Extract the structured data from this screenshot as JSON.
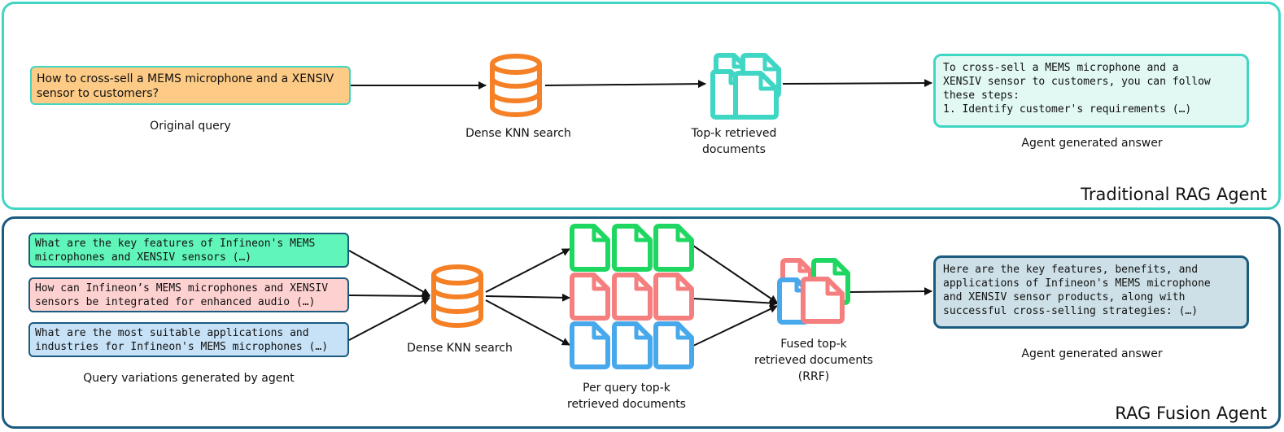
{
  "colors": {
    "top_border": "#40d6c4",
    "bottom_border": "#1a5b7e",
    "database": "#f58025",
    "doc_teal": "#40d6c4",
    "doc_green": "#1ed760",
    "doc_red": "#f57f7f",
    "doc_blue": "#48a8ec"
  },
  "icons": {
    "database": "database-icon",
    "document": "document-icon"
  },
  "traditional": {
    "title": "Traditional RAG Agent",
    "query": "How to cross-sell a MEMS microphone and a XENSIV sensor to customers?",
    "query_caption": "Original query",
    "search_caption": "Dense KNN search",
    "docs_caption_1": "Top-k retrieved",
    "docs_caption_2": "documents",
    "answer_line_1": "To cross-sell a MEMS microphone and a",
    "answer_line_2": "XENSIV sensor to customers, you can follow",
    "answer_line_3": "these steps:",
    "answer_line_4": "1. Identify customer's requirements (…)",
    "answer_caption": "Agent generated answer"
  },
  "fusion": {
    "title": "RAG Fusion Agent",
    "queries": [
      {
        "line_1": "What are the key features of Infineon's MEMS",
        "line_2": "microphones and XENSIV sensors (…)"
      },
      {
        "line_1": "How can Infineon’s MEMS microphones and XENSIV",
        "line_2": "sensors be integrated for enhanced audio (…)"
      },
      {
        "line_1": "What are the most suitable applications and",
        "line_2": "industries for Infineon's MEMS microphones (…)"
      }
    ],
    "queries_caption": "Query variations generated by agent",
    "search_caption": "Dense KNN search",
    "per_query_caption_1": "Per query top-k",
    "per_query_caption_2": "retrieved documents",
    "fused_caption_1": "Fused top-k",
    "fused_caption_2": "retrieved documents",
    "fused_caption_3": "(RRF)",
    "answer_line_1": "Here are the key features, benefits, and",
    "answer_line_2": "applications of Infineon's MEMS microphone",
    "answer_line_3": "and XENSIV sensor products, along with",
    "answer_line_4": "successful cross-selling strategies: (…)",
    "answer_caption": "Agent generated answer"
  }
}
